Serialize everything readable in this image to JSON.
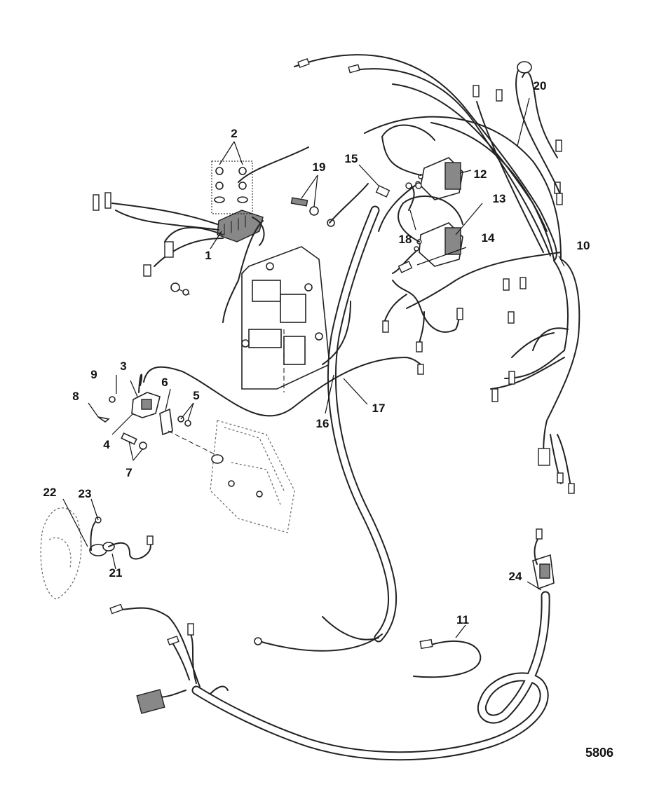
{
  "figure_number": "5806",
  "callouts": [
    {
      "id": "c1",
      "label": "1"
    },
    {
      "id": "c2",
      "label": "2"
    },
    {
      "id": "c3",
      "label": "3"
    },
    {
      "id": "c4",
      "label": "4"
    },
    {
      "id": "c5",
      "label": "5"
    },
    {
      "id": "c6",
      "label": "6"
    },
    {
      "id": "c7",
      "label": "7"
    },
    {
      "id": "c8",
      "label": "8"
    },
    {
      "id": "c9",
      "label": "9"
    },
    {
      "id": "c10",
      "label": "10"
    },
    {
      "id": "c11",
      "label": "11"
    },
    {
      "id": "c12",
      "label": "12"
    },
    {
      "id": "c13",
      "label": "13"
    },
    {
      "id": "c14",
      "label": "14"
    },
    {
      "id": "c15",
      "label": "15"
    },
    {
      "id": "c16",
      "label": "16"
    },
    {
      "id": "c17",
      "label": "17"
    },
    {
      "id": "c18",
      "label": "18"
    },
    {
      "id": "c19",
      "label": "19"
    },
    {
      "id": "c20",
      "label": "20"
    },
    {
      "id": "c21",
      "label": "21"
    },
    {
      "id": "c22",
      "label": "22"
    },
    {
      "id": "c23",
      "label": "23"
    },
    {
      "id": "c24",
      "label": "24"
    }
  ]
}
